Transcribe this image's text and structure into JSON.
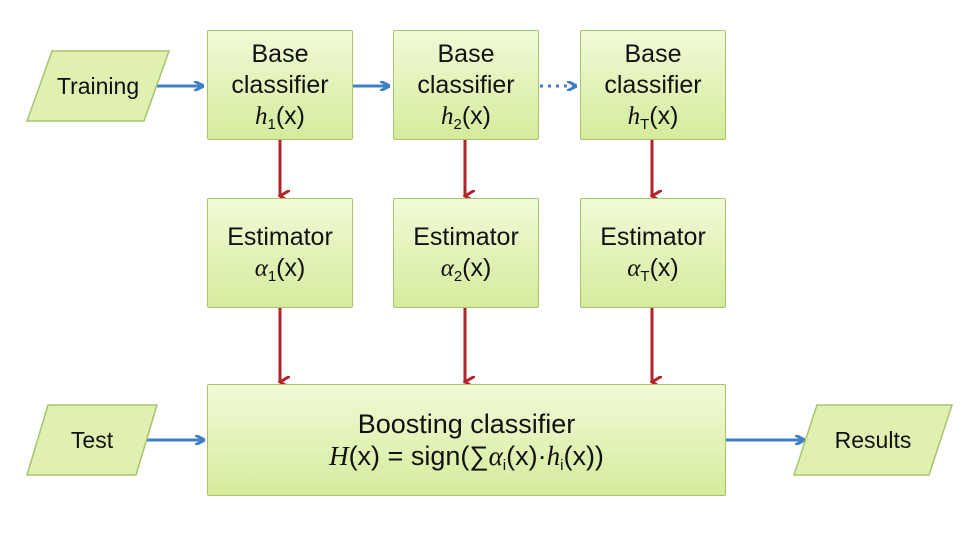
{
  "inputs": {
    "training": "Training",
    "test": "Test",
    "results": "Results"
  },
  "base_classifiers": [
    {
      "line1": "Base",
      "line2": "classifier",
      "func": "h",
      "sub": "1",
      "arg": "(x)"
    },
    {
      "line1": "Base",
      "line2": "classifier",
      "func": "h",
      "sub": "2",
      "arg": "(x)"
    },
    {
      "line1": "Base",
      "line2": "classifier",
      "func": "h",
      "sub": "T",
      "arg": "(x)"
    }
  ],
  "estimators": [
    {
      "label": "Estimator",
      "func": "α",
      "sub": "1",
      "arg": "(x)"
    },
    {
      "label": "Estimator",
      "func": "α",
      "sub": "2",
      "arg": "(x)"
    },
    {
      "label": "Estimator",
      "func": "α",
      "sub": "T",
      "arg": "(x)"
    }
  ],
  "boosting": {
    "title": "Boosting classifier",
    "f1": "H",
    "p1": "(x) = sign(∑",
    "f2": "α",
    "s2": "i",
    "p2": "(x)·",
    "f3": "h",
    "s3": "i",
    "p3": "(x))"
  },
  "colors": {
    "box_fill": "#dff0b0",
    "box_border": "#a7c46a",
    "blue_arrow": "#3f7fc6",
    "red_arrow": "#b2232a"
  }
}
